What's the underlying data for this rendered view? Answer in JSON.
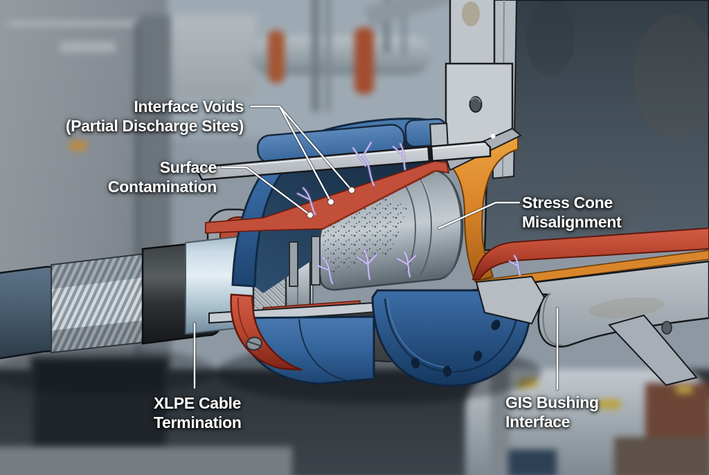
{
  "diagram": {
    "type": "cutaway-technical-illustration",
    "subject": "XLPE cable termination into a GIS bushing interface with highlighted defect sites",
    "background": "blurred substation equipment photo"
  },
  "labels": {
    "interface_voids": {
      "line1": "Interface Voids",
      "line2": "(Partial Discharge Sites)"
    },
    "surface_contamination": {
      "line1": "Surface",
      "line2": "Contamination"
    },
    "stress_cone_misalignment": {
      "line1": "Stress Cone",
      "line2": "Misalignment"
    },
    "xlpe_cable_termination": {
      "line1": "XLPE Cable",
      "line2": "Termination"
    },
    "gis_bushing_interface": {
      "line1": "GIS Bushing",
      "line2": "Interface"
    }
  },
  "palette": {
    "housing_blue": "#33639b",
    "interior_navy": "#16293d",
    "stress_control_red": "#c24f3a",
    "epoxy_orange": "#d9842a",
    "cone_gray": "#a7b0b7",
    "insulation_blue_white": "#d8e6ee",
    "semicon_black": "#2e3234",
    "enclosure_slate": "#46525c",
    "discharge_purple": "#b7a4ea",
    "leader_white": "#ffffff"
  }
}
